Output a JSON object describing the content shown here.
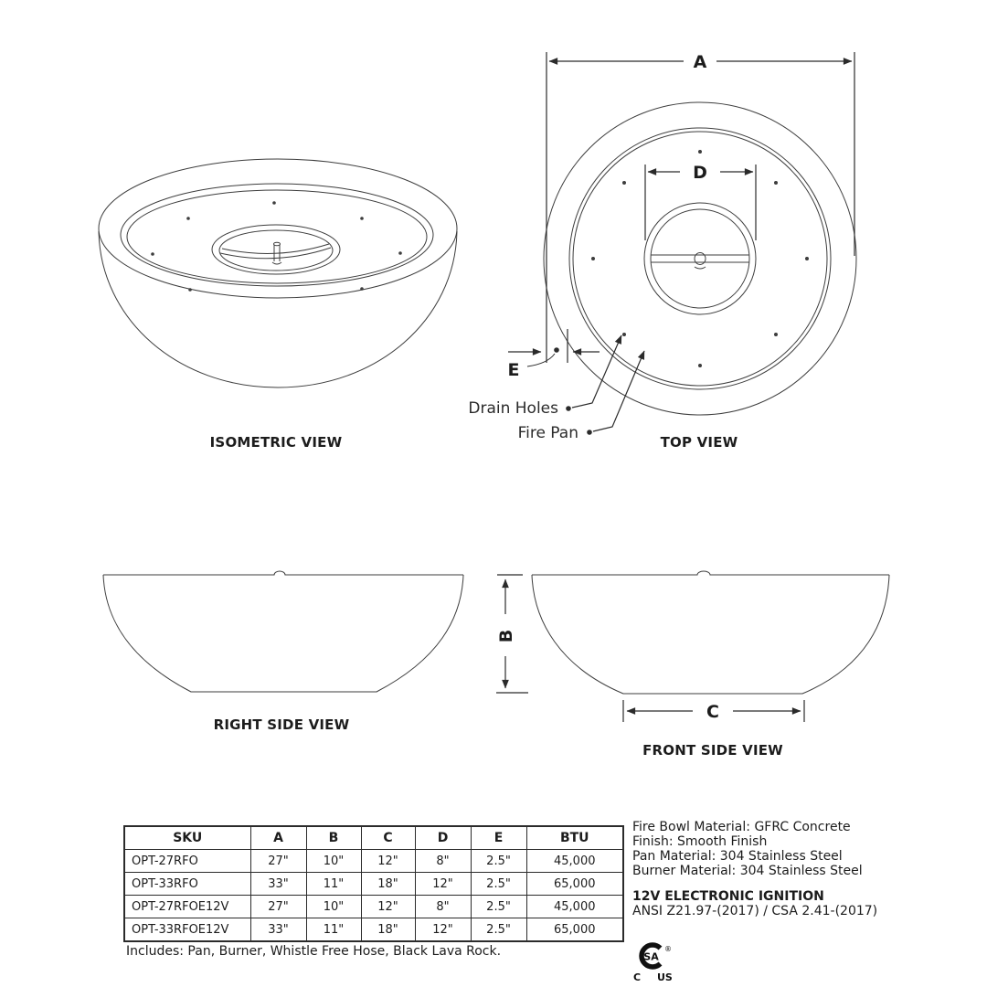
{
  "drawing_labels": {
    "isometric": "ISOMETRIC VIEW",
    "top": "TOP VIEW",
    "right_side": "RIGHT SIDE VIEW",
    "front_side": "FRONT SIDE VIEW"
  },
  "dimensions": {
    "a": "A",
    "b": "B",
    "c": "C",
    "d": "D",
    "e": "E"
  },
  "callouts": {
    "drain_holes": "Drain Holes",
    "fire_pan": "Fire Pan"
  },
  "spec_table": {
    "headers": [
      "SKU",
      "A",
      "B",
      "C",
      "D",
      "E",
      "BTU"
    ],
    "rows": [
      [
        "OPT-27RFO",
        "27\"",
        "10\"",
        "12\"",
        "8\"",
        "2.5\"",
        "45,000"
      ],
      [
        "OPT-33RFO",
        "33\"",
        "11\"",
        "18\"",
        "12\"",
        "2.5\"",
        "65,000"
      ],
      [
        "OPT-27RFOE12V",
        "27\"",
        "10\"",
        "12\"",
        "8\"",
        "2.5\"",
        "45,000"
      ],
      [
        "OPT-33RFOE12V",
        "33\"",
        "11\"",
        "18\"",
        "12\"",
        "2.5\"",
        "65,000"
      ]
    ]
  },
  "materials": {
    "lines": [
      "Fire Bowl Material: GFRC Concrete",
      "Finish: Smooth Finish",
      "Pan Material: 304 Stainless Steel",
      "Burner Material: 304 Stainless Steel"
    ],
    "ignition_title": "12V ELECTRONIC IGNITION",
    "ignition_standard": "ANSI Z21.97-(2017) / CSA 2.41-(2017)"
  },
  "includes_note": "Includes: Pan, Burner, Whistle Free Hose, Black Lava Rock.",
  "certification": {
    "mark_letters": "SA",
    "registered": "®",
    "left": "C",
    "right": "US"
  },
  "colors": {
    "line": "#3d3d3d",
    "text": "#1c1c1c",
    "background": "#ffffff"
  }
}
